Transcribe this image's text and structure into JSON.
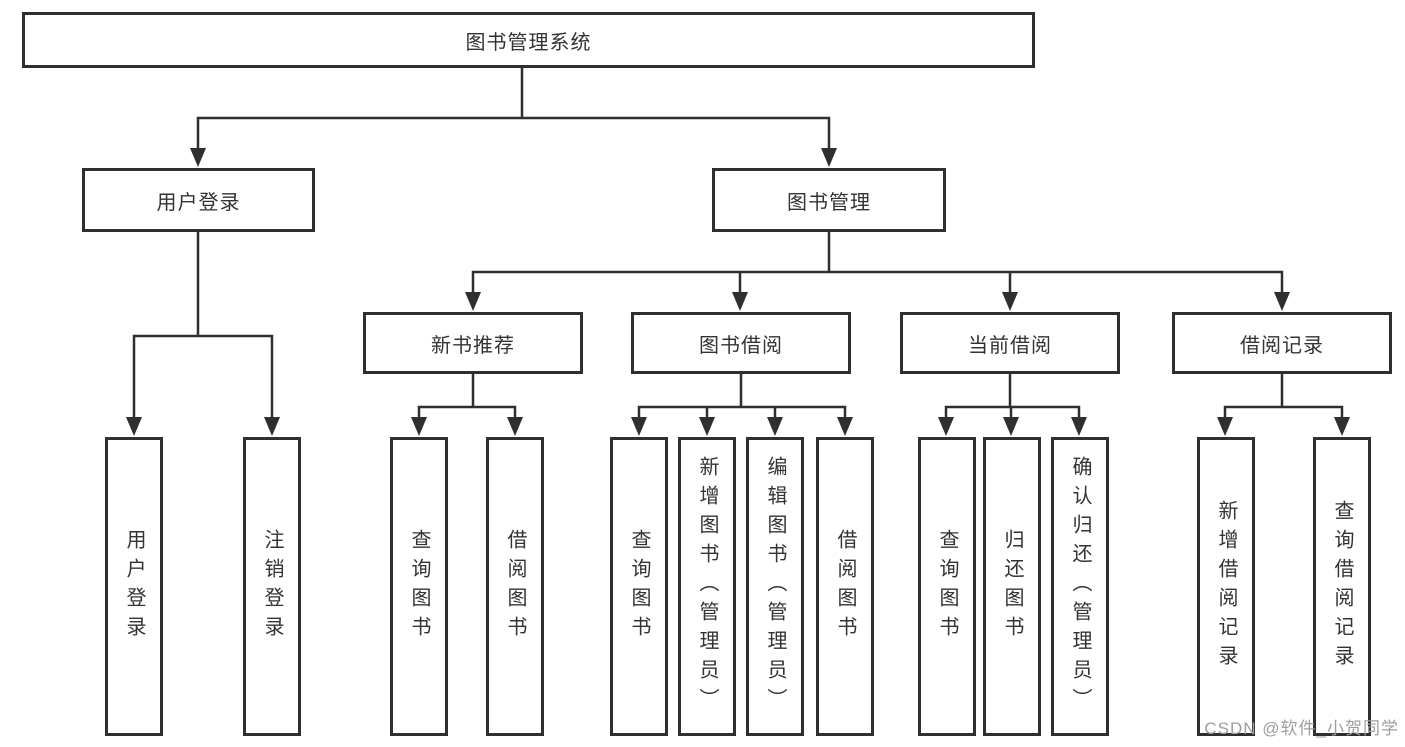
{
  "diagram": {
    "type": "hierarchy",
    "colors": {
      "line": "#2f2f2f",
      "box_border": "#2f2f2f",
      "box_bg": "#ffffff",
      "text": "#333333",
      "watermark": "#9e9e9e"
    }
  },
  "tree": {
    "root": {
      "label": "图书管理系统"
    },
    "branches": [
      {
        "label": "用户登录",
        "children": [
          {
            "label": "用户登录"
          },
          {
            "label": "注销登录"
          }
        ]
      },
      {
        "label": "图书管理",
        "children": [
          {
            "label": "新书推荐",
            "children": [
              {
                "label": "查询图书"
              },
              {
                "label": "借阅图书"
              }
            ]
          },
          {
            "label": "图书借阅",
            "children": [
              {
                "label": "查询图书"
              },
              {
                "label": "新增图书（管理员）"
              },
              {
                "label": "编辑图书（管理员）"
              },
              {
                "label": "借阅图书"
              }
            ]
          },
          {
            "label": "当前借阅",
            "children": [
              {
                "label": "查询图书"
              },
              {
                "label": "归还图书"
              },
              {
                "label": "确认归还（管理员）"
              }
            ]
          },
          {
            "label": "借阅记录",
            "children": [
              {
                "label": "新增借阅记录"
              },
              {
                "label": "查询借阅记录"
              }
            ]
          }
        ]
      }
    ]
  },
  "watermark": "CSDN @软件_小贺同学"
}
